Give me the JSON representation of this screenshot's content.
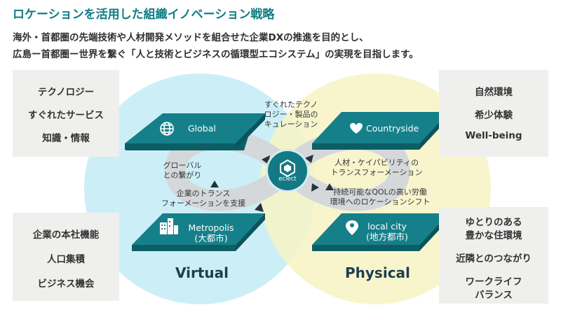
{
  "title": "ロケーションを活用した組織イノベーション戦略",
  "intro": {
    "line1": "海外・首都圏の先端技術や人材開発メソッドを組合せた企業DXの推進を目的とし、",
    "line2": "広島ー首都圏ー世界を繋ぐ「人と技術とビジネスの循環型エコシステム」の実現を目指します。"
  },
  "left_top_box": [
    "テクノロジー",
    "すぐれたサービス",
    "知識・情報"
  ],
  "left_bottom_box": [
    "企業の本社機能",
    "人口集積",
    "ビジネス機会"
  ],
  "right_top_box": [
    "自然環境",
    "希少体験",
    "Well-being"
  ],
  "right_bottom_box": [
    "ゆとりのある",
    "豊かな住環境",
    "近隣とのつながり",
    "ワークライフ",
    "バランス"
  ],
  "platforms": {
    "global": "Global",
    "countryside": "Countryside",
    "metropolis": "Metropolis",
    "metropolis_sub": "(大都市)",
    "local": "local city",
    "local_sub": "(地方都市)"
  },
  "flow_labels": {
    "top_1": "すぐれたテクノ",
    "top_2": "ロジー・製品の",
    "top_3": "キュレーション",
    "left_1": "グローバル",
    "left_2": "との繋がり",
    "lower_left_1": "企業のトランス",
    "lower_left_2": "フォーメーションを支援",
    "right_1": "人材・ケイパビリティの",
    "right_2": "トランスフォーメーション",
    "lower_right_1": "持続可能なQOLの高い労働",
    "lower_right_2": "環境へのロケーションシフト"
  },
  "center_label": "eclect",
  "virtual_label": "Virtual",
  "physical_label": "Physical",
  "icons": {
    "global": "globe-icon",
    "countryside": "heart-icon",
    "metropolis": "building-icon",
    "local": "location-pin-icon",
    "center": "eclect-logo-icon"
  },
  "colors": {
    "title": "#0f7c86",
    "virtual_circle": "#c9eef7",
    "physical_circle": "#f7f3c4",
    "platform_top": "#15808a",
    "platform_side": "#0c5e66",
    "loop": "#d4d8da",
    "arrow": "#22343c",
    "box": "#efefed"
  }
}
